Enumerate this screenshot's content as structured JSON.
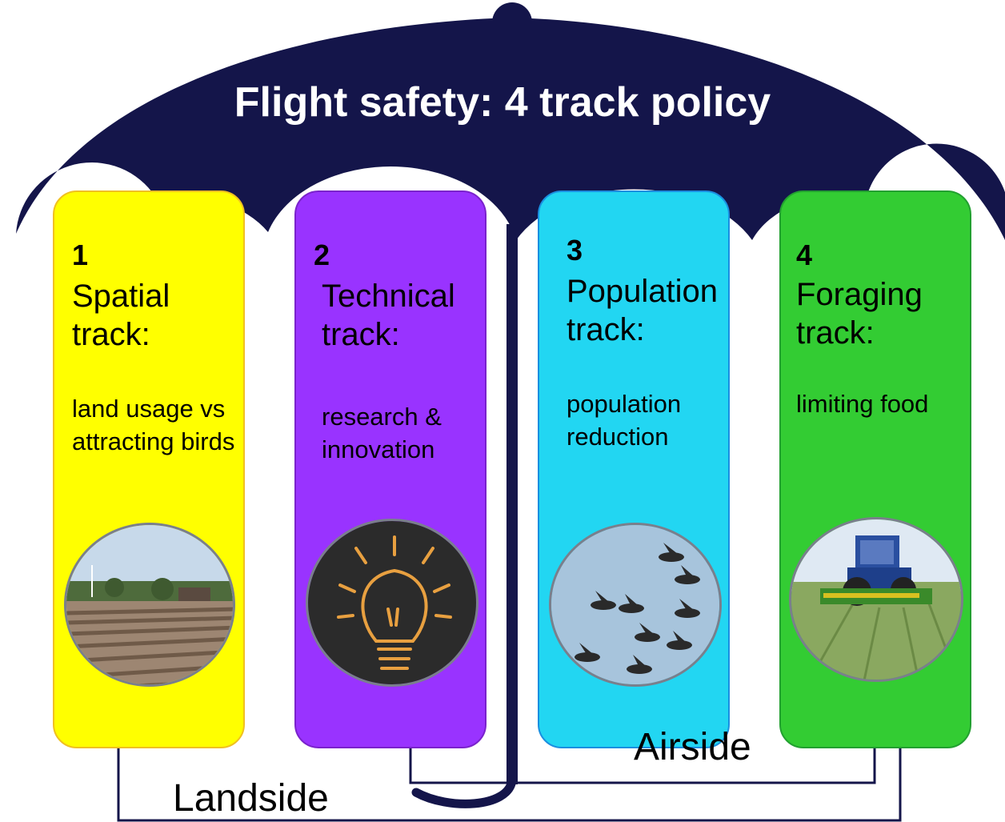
{
  "title": "Flight safety: 4 track policy",
  "colors": {
    "umbrella": "#14154a",
    "track1": "#ffff00",
    "track2": "#9933ff",
    "track3": "#22d6f2",
    "track4": "#33cc33"
  },
  "tracks": [
    {
      "number": "1",
      "heading": "Spatial track:",
      "description": "land usage vs attracting birds",
      "image": "ploughed-field-photo"
    },
    {
      "number": "2",
      "heading": "Technical track:",
      "description": "research & innovation",
      "image": "lightbulb-drawing-photo"
    },
    {
      "number": "3",
      "heading": "Population track:",
      "description": "population reduction",
      "image": "flying-geese-photo"
    },
    {
      "number": "4",
      "heading": "Foraging track:",
      "description": "limiting food",
      "image": "tractor-mowing-photo"
    }
  ],
  "labels": {
    "landside": "Landside",
    "airside": "Airside"
  }
}
